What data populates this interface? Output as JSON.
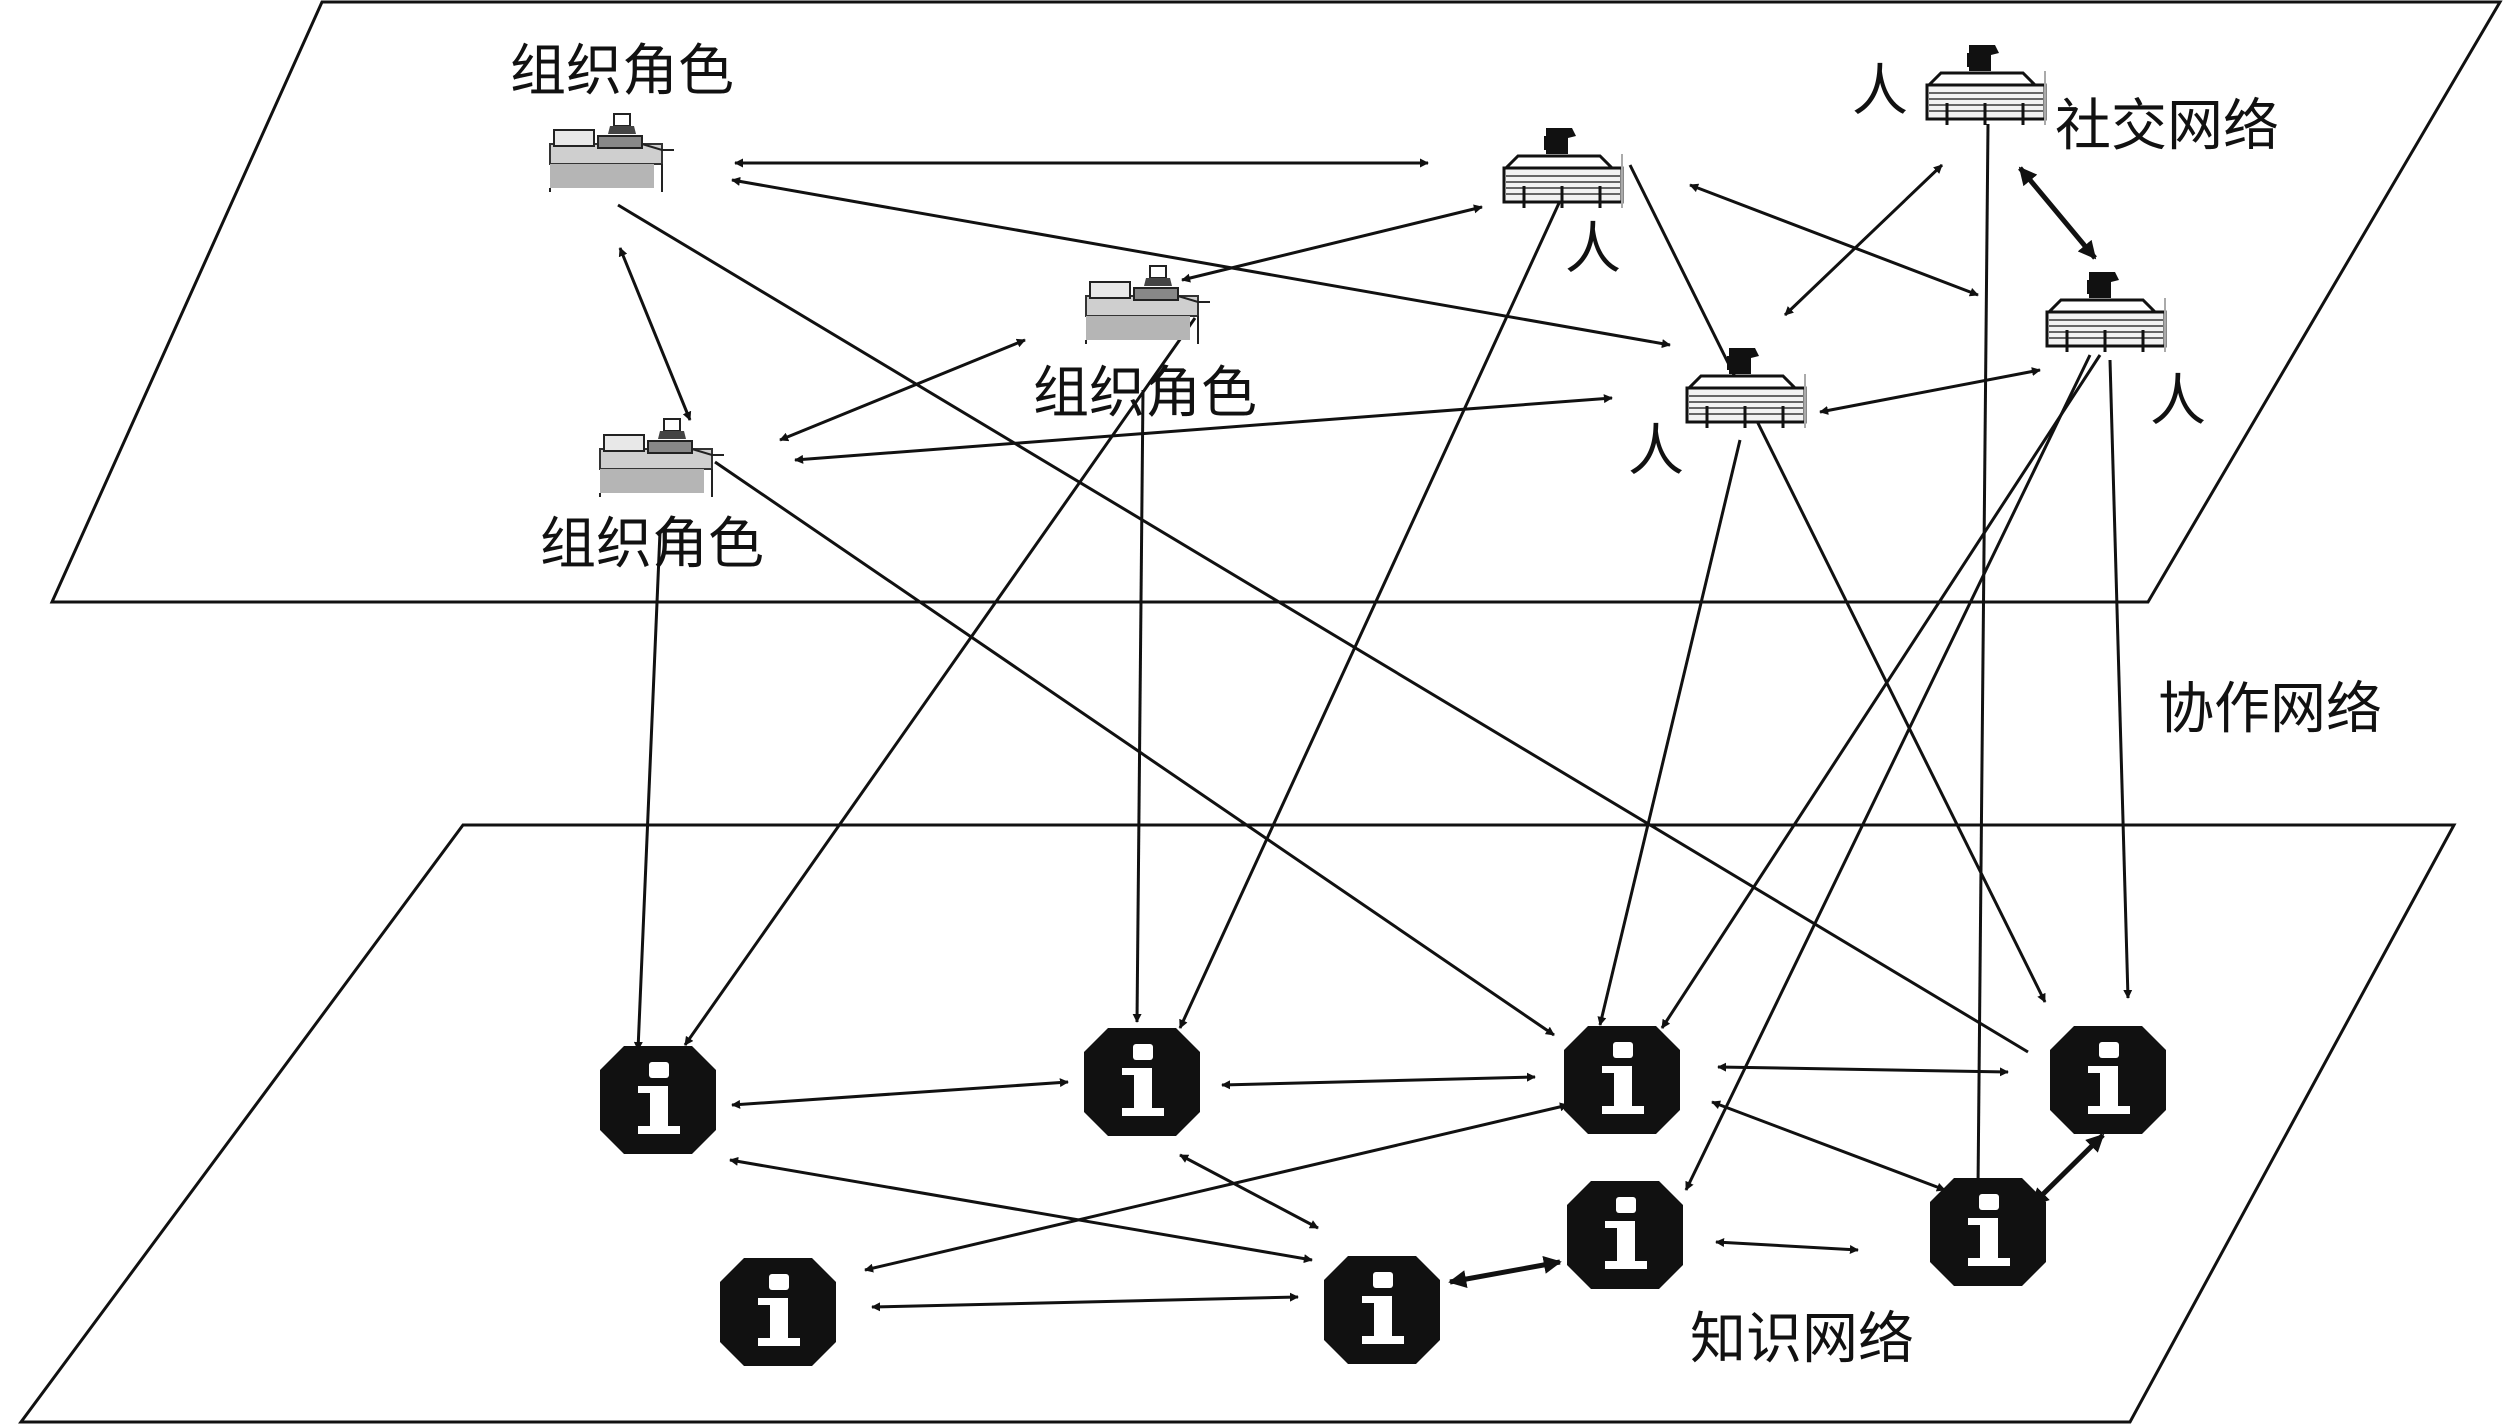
{
  "labels": {
    "social_network": "社交网络",
    "collaboration_network": "协作网络",
    "knowledge_network": "知识网络",
    "role_1": "组织角色",
    "role_2": "组织角色",
    "role_3": "组织角色",
    "person_1": "人",
    "person_2": "人",
    "person_3": "人",
    "person_4": "人"
  },
  "nodes": {
    "roles": [
      "role-1",
      "role-2",
      "role-3"
    ],
    "people": [
      "person-1",
      "person-2",
      "person-3",
      "person-4"
    ],
    "knowledge": [
      "k1",
      "k2",
      "k3",
      "k4",
      "k5",
      "k6",
      "k7",
      "k8"
    ]
  },
  "icons": {
    "role": "desk-role-icon",
    "person": "person-icon",
    "knowledge": "info-icon"
  },
  "colors": {
    "stroke": "#111111",
    "background": "#ffffff"
  }
}
